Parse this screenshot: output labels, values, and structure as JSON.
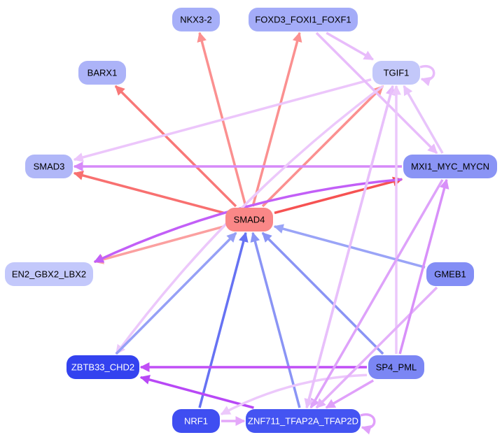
{
  "title": "SMAD4 regulatory network",
  "nodes": [
    {
      "id": "NKX3-2",
      "label": "NKX3-2",
      "fill": "#a6aff8",
      "text": "#000000"
    },
    {
      "id": "FOXD3_FOXI1_FOXF1",
      "label": "FOXD3_FOXI1_FOXF1",
      "fill": "#a4acf8",
      "text": "#000000"
    },
    {
      "id": "BARX1",
      "label": "BARX1",
      "fill": "#acb3f8",
      "text": "#000000"
    },
    {
      "id": "TGIF1",
      "label": "TGIF1",
      "fill": "#c3c8fa",
      "text": "#000000"
    },
    {
      "id": "SMAD3",
      "label": "SMAD3",
      "fill": "#b0b7f8",
      "text": "#000000"
    },
    {
      "id": "MXI1_MYC_MYCN",
      "label": "MXI1_MYC_MYCN",
      "fill": "#8a94f5",
      "text": "#000000"
    },
    {
      "id": "SMAD4",
      "label": "SMAD4",
      "fill": "#fa8787",
      "text": "#000000"
    },
    {
      "id": "EN2_GBX2_LBX2",
      "label": "EN2_GBX2_LBX2",
      "fill": "#c3c8fb",
      "text": "#000000"
    },
    {
      "id": "GMEB1",
      "label": "GMEB1",
      "fill": "#838ef5",
      "text": "#000000"
    },
    {
      "id": "ZBTB33_CHD2",
      "label": "ZBTB33_CHD2",
      "fill": "#3342ef",
      "text": "#ffffff"
    },
    {
      "id": "SP4_PML",
      "label": "SP4_PML",
      "fill": "#7b86f4",
      "text": "#000000"
    },
    {
      "id": "NRF1",
      "label": "NRF1",
      "fill": "#3f4ef1",
      "text": "#ffffff"
    },
    {
      "id": "ZNF711_TFAP2A_TFAP2D",
      "label": "ZNF711_TFAP2A_TFAP2D",
      "fill": "#4454f2",
      "text": "#ffffff"
    }
  ],
  "edges": [
    {
      "from": "SMAD4",
      "to": "NKX3-2",
      "color": "#fb9090"
    },
    {
      "from": "SMAD4",
      "to": "FOXD3_FOXI1_FOXF1",
      "color": "#fb9090"
    },
    {
      "from": "SMAD4",
      "to": "BARX1",
      "color": "#f87878"
    },
    {
      "from": "SMAD4",
      "to": "TGIF1",
      "color": "#fb9090"
    },
    {
      "from": "SMAD4",
      "to": "SMAD3",
      "color": "#f87070"
    },
    {
      "from": "SMAD4",
      "to": "MXI1_MYC_MYCN",
      "color": "#f65252"
    },
    {
      "from": "SMAD4",
      "to": "EN2_GBX2_LBX2",
      "color": "#fba0a0"
    },
    {
      "from": "MXI1_MYC_MYCN",
      "to": "SMAD3",
      "color": "#d68af9"
    },
    {
      "from": "TGIF1",
      "to": "SMAD3",
      "color": "#ecc6fb"
    },
    {
      "from": "MXI1_MYC_MYCN",
      "to": "EN2_GBX2_LBX2",
      "color": "#c25ff7"
    },
    {
      "from": "FOXD3_FOXI1_FOXF1",
      "to": "TGIF1",
      "color": "#e8bcfb"
    },
    {
      "from": "FOXD3_FOXI1_FOXF1",
      "to": "MXI1_MYC_MYCN",
      "color": "#e8bcfb"
    },
    {
      "from": "TGIF1",
      "to": "TGIF1",
      "color": "#e8bcfb"
    },
    {
      "from": "MXI1_MYC_MYCN",
      "to": "TGIF1",
      "color": "#e8c4fb"
    },
    {
      "from": "TGIF1",
      "to": "ZBTB33_CHD2",
      "color": "#ecc8fb"
    },
    {
      "from": "ZNF711_TFAP2A_TFAP2D",
      "to": "TGIF1",
      "color": "#e4b4fb"
    },
    {
      "from": "SP4_PML",
      "to": "TGIF1",
      "color": "#ecc8fb"
    },
    {
      "from": "ZBTB33_CHD2",
      "to": "SMAD4",
      "color": "#96a0f6"
    },
    {
      "from": "NRF1",
      "to": "SMAD4",
      "color": "#6672f3"
    },
    {
      "from": "ZNF711_TFAP2A_TFAP2D",
      "to": "SMAD4",
      "color": "#8a94f5"
    },
    {
      "from": "SP4_PML",
      "to": "SMAD4",
      "color": "#8a94f5"
    },
    {
      "from": "GMEB1",
      "to": "SMAD4",
      "color": "#9aa4f7"
    },
    {
      "from": "SP4_PML",
      "to": "ZBTB33_CHD2",
      "color": "#c04ff6"
    },
    {
      "from": "ZNF711_TFAP2A_TFAP2D",
      "to": "ZBTB33_CHD2",
      "color": "#b848f6"
    },
    {
      "from": "SP4_PML",
      "to": "NRF1",
      "color": "#ecc8fb"
    },
    {
      "from": "NRF1",
      "to": "ZNF711_TFAP2A_TFAP2D",
      "color": "#e4a8fa"
    },
    {
      "from": "ZNF711_TFAP2A_TFAP2D",
      "to": "ZNF711_TFAP2A_TFAP2D",
      "color": "#e0a0fa"
    },
    {
      "from": "SP4_PML",
      "to": "ZNF711_TFAP2A_TFAP2D",
      "color": "#e0a0fa"
    },
    {
      "from": "MXI1_MYC_MYCN",
      "to": "ZNF711_TFAP2A_TFAP2D",
      "color": "#dea2fa"
    },
    {
      "from": "GMEB1",
      "to": "ZNF711_TFAP2A_TFAP2D",
      "color": "#e4b0fa"
    },
    {
      "from": "SP4_PML",
      "to": "MXI1_MYC_MYCN",
      "color": "#d890f9"
    },
    {
      "from": "TGIF1",
      "to": "ZNF711_TFAP2A_TFAP2D",
      "color": "#e8c0fb"
    }
  ]
}
